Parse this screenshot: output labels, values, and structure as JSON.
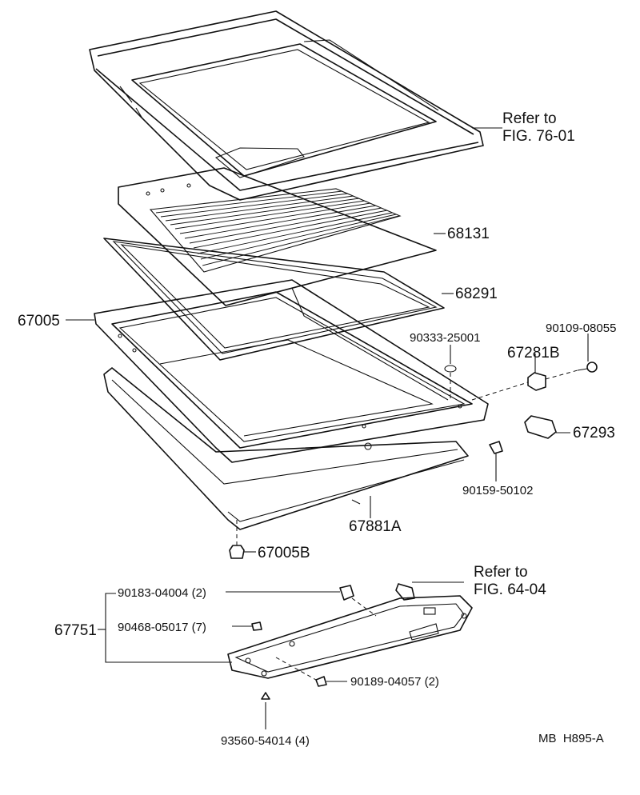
{
  "callouts": {
    "ref_76_line1": "Refer to",
    "ref_76_line2": "FIG. 76-01",
    "ref_64_line1": "Refer to",
    "ref_64_line2": "FIG. 64-04",
    "p68131": "68131",
    "p68291": "68291",
    "p67005": "67005",
    "p90333": "90333-25001",
    "p90109": "90109-08055",
    "p67281B": "67281B",
    "p67293": "67293",
    "p90159": "90159-50102",
    "p67881A": "67881A",
    "p67005B": "67005B",
    "p67751": "67751",
    "p90183": "90183-04004 (2)",
    "p90468": "90468-05017 (7)",
    "p90189": "90189-04057 (2)",
    "p93560": "93560-54014 (4)",
    "drawing_code": "MB  H895-A"
  }
}
